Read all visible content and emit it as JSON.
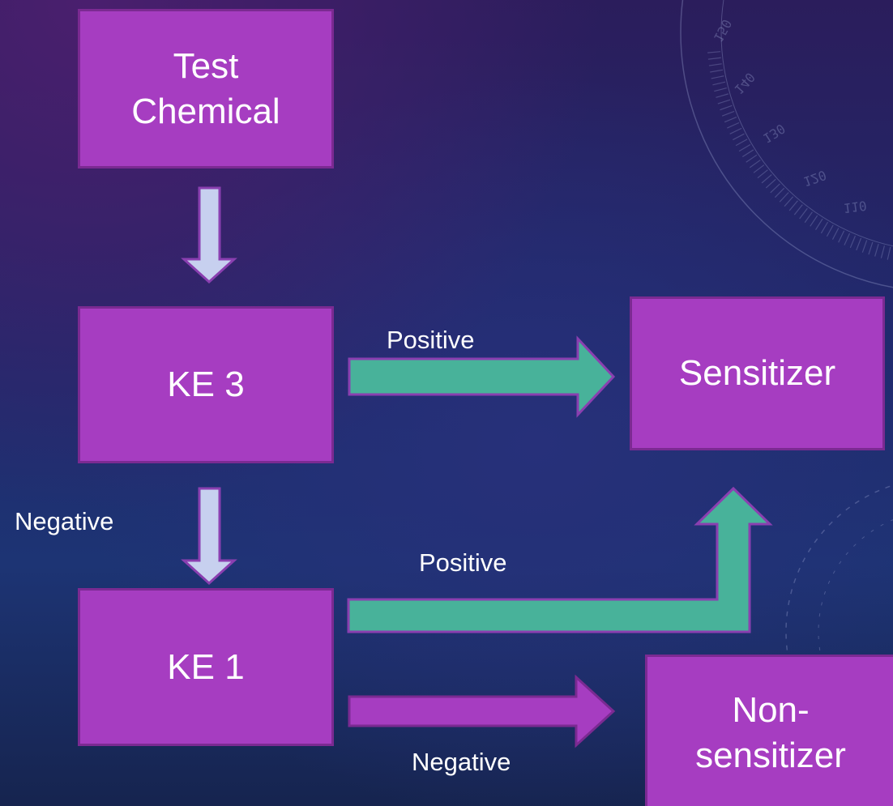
{
  "boxes": {
    "test_chemical": "Test\nChemical",
    "ke3": "KE 3",
    "ke1": "KE 1",
    "sensitizer": "Sensitizer",
    "non_sensitizer": "Non-\nsensitizer"
  },
  "labels": {
    "ke3_positive": "Positive",
    "ke3_negative": "Negative",
    "ke1_positive": "Positive",
    "ke1_negative": "Negative"
  },
  "colors": {
    "box_fill": "#a63dc1",
    "box_border": "#7b2a92",
    "flow_arrow": "#c7d0ef",
    "positive_arrow": "#48b29a",
    "negative_arrow": "#a63dc1"
  },
  "decor": {
    "dial_ticks": [
      "150",
      "140",
      "130",
      "120",
      "110"
    ]
  }
}
